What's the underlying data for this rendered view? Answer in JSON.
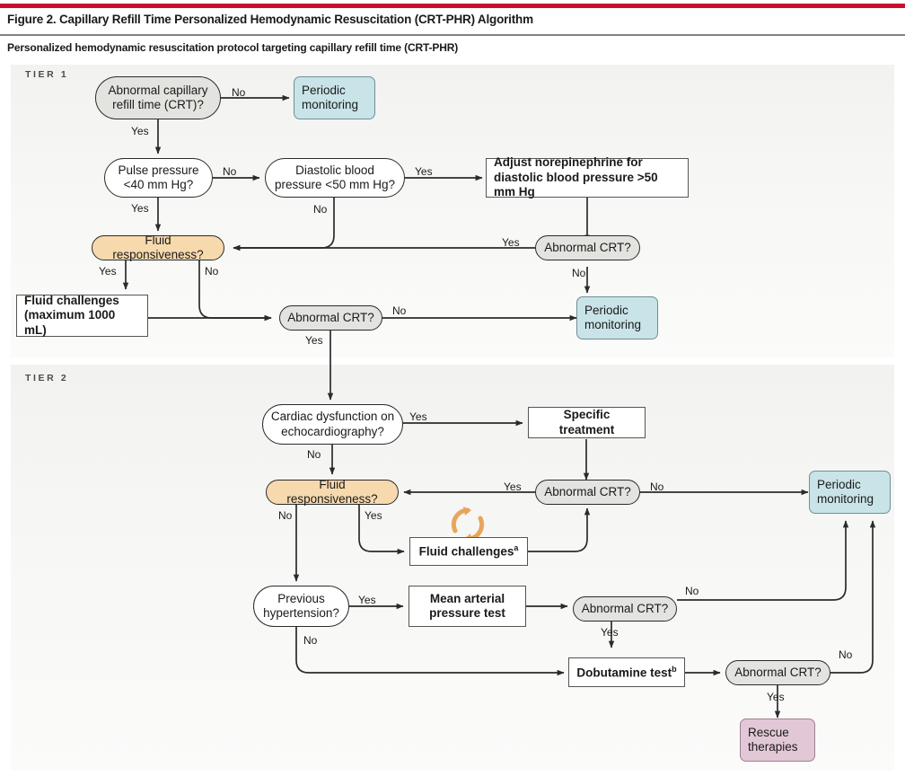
{
  "header": {
    "figure_title": "Figure 2. Capillary Refill Time Personalized Hemodynamic Resuscitation (CRT-PHR) Algorithm",
    "subtitle": "Personalized hemodynamic resuscitation protocol targeting capillary refill time (CRT-PHR)",
    "accent_color": "#c8102e",
    "rule_color": "#808080"
  },
  "palette": {
    "decision_grey": "#e3e3e0",
    "decision_white": "#ffffff",
    "highlight_orange": "#f7d9ae",
    "terminal_teal": "#c9e4e8",
    "terminal_pink": "#e2c8d6",
    "panel_bg": "#f4f4f2",
    "loop_icon": "#e8a55c"
  },
  "tier1": {
    "label": "TIER 1",
    "nodes": {
      "abnormal_crt_start": "Abnormal capillary refill time (CRT)?",
      "periodic_monitoring_a": "Periodic monitoring",
      "pulse_pressure": "Pulse pressure <40 mm Hg?",
      "diastolic_bp": "Diastolic blood pressure <50 mm Hg?",
      "adjust_norepinephrine": "Adjust norepinephrine for diastolic blood pressure >50 mm Hg",
      "abnormal_crt_right": "Abnormal CRT?",
      "fluid_responsiveness": "Fluid responsiveness?",
      "fluid_challenges": "Fluid challenges (maximum 1000 mL)",
      "abnormal_crt_mid": "Abnormal CRT?",
      "periodic_monitoring_b": "Periodic monitoring"
    },
    "edge_labels": {
      "start_no": "No",
      "start_yes": "Yes",
      "pulse_no": "No",
      "pulse_yes": "Yes",
      "diastolic_yes": "Yes",
      "diastolic_no": "No",
      "crt_right_yes": "Yes",
      "crt_right_no": "No",
      "fr_yes": "Yes",
      "fr_no": "No",
      "crt_mid_no": "No",
      "crt_mid_yes": "Yes"
    }
  },
  "tier2": {
    "label": "TIER 2",
    "nodes": {
      "cardiac_dysfunction": "Cardiac dysfunction on echocardiography?",
      "specific_treatment": "Specific treatment",
      "fluid_responsiveness": "Fluid responsiveness?",
      "abnormal_crt_top": "Abnormal CRT?",
      "periodic_monitoring": "Periodic monitoring",
      "fluid_challenges": "Fluid challenges",
      "fluid_challenges_note": "a",
      "previous_hypertension": "Previous hypertension?",
      "mean_arterial_pressure_test": "Mean arterial pressure test",
      "abnormal_crt_map": "Abnormal CRT?",
      "dobutamine_test": "Dobutamine test",
      "dobutamine_test_note": "b",
      "abnormal_crt_dobu": "Abnormal CRT?",
      "rescue_therapies": "Rescue therapies"
    },
    "edge_labels": {
      "cardiac_yes": "Yes",
      "cardiac_no": "No",
      "crt_top_yes": "Yes",
      "crt_top_no": "No",
      "fr_no": "No",
      "fr_yes": "Yes",
      "hypertension_yes": "Yes",
      "hypertension_no": "No",
      "crt_map_no": "No",
      "crt_map_yes": "Yes",
      "crt_dobu_no": "No",
      "crt_dobu_yes": "Yes"
    },
    "loop_icon": "circular-arrows-icon"
  }
}
